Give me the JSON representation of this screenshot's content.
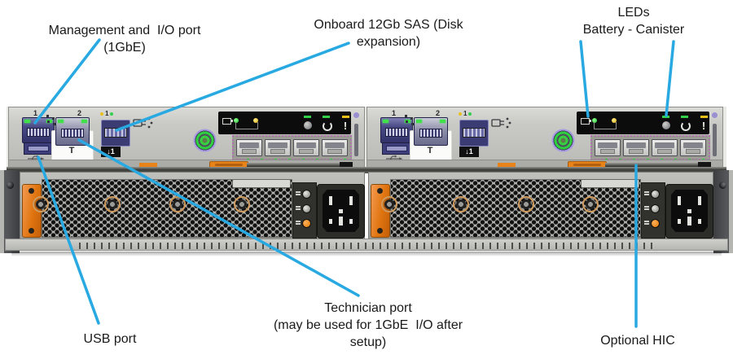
{
  "colors": {
    "callout_line": "#29a9e1",
    "label_text": "#1a1a1a",
    "chassis_gray": "#c6c7c3",
    "orange_accent": "#e8831a",
    "led_green": "#35d04a",
    "led_yellow": "#e7c11a",
    "port_blue": "#3f3f74"
  },
  "callouts": {
    "management": {
      "line1": "Management and  I/O port",
      "line2": "(1GbE)"
    },
    "sas": {
      "line1": "Onboard 12Gb SAS (Disk",
      "line2": "expansion)"
    },
    "leds": {
      "line1": "LEDs",
      "line2": "Battery - Canister"
    },
    "usb": {
      "label": "USB port"
    },
    "technician": {
      "line1": "Technician port",
      "line2": "(may be used for 1GbE  I/O after",
      "line3": "setup)"
    },
    "hic": {
      "label": "Optional HIC"
    }
  },
  "rear_panel": {
    "port1_number": "1",
    "port2_number": "2",
    "technician_port_letter": "T",
    "sas_port_number": "1",
    "sas_tag": "↓1",
    "fault_mark": "!"
  }
}
